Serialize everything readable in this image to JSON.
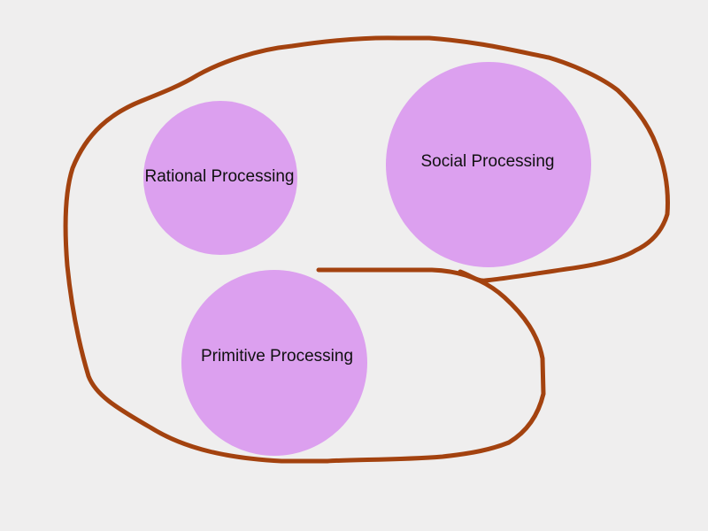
{
  "diagram": {
    "outline": {
      "name": "brain-outline",
      "stroke_color": "#a3420f"
    },
    "nodes": [
      {
        "id": "rational",
        "label": "Rational Processing",
        "fill": "#dca0ef"
      },
      {
        "id": "social",
        "label": "Social Processing",
        "fill": "#dca0ef"
      },
      {
        "id": "primitive",
        "label": "Primitive Processing",
        "fill": "#dca0ef"
      }
    ]
  }
}
